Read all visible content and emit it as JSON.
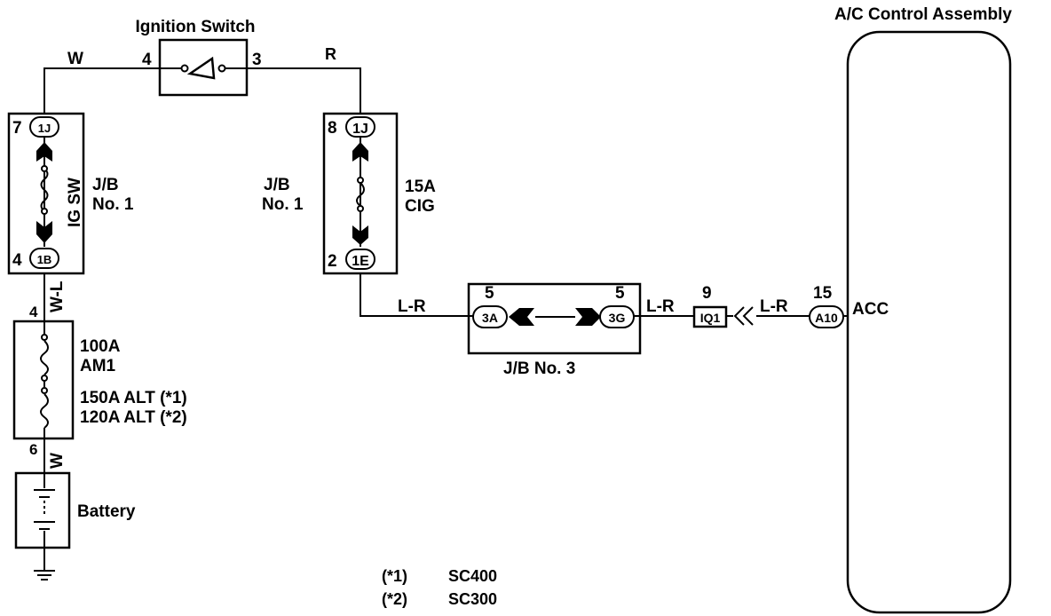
{
  "components": {
    "ignition_switch": {
      "title": "Ignition Switch",
      "pin_left": "4",
      "pin_right": "3"
    },
    "ac_control": {
      "title": "A/C Control Assembly",
      "pin": "15",
      "connector": "A10",
      "terminal": "ACC"
    },
    "jb1_left": {
      "pin_top": "7",
      "conn_top": "1J",
      "pin_bottom": "4",
      "conn_bottom": "1B",
      "fuse": "IG SW",
      "label_line1": "J/B",
      "label_line2": "No. 1"
    },
    "jb1_right": {
      "pin_top": "8",
      "conn_top": "1J",
      "pin_bottom": "2",
      "conn_bottom": "1E",
      "fuse_line1": "15A",
      "fuse_line2": "CIG",
      "label_line1": "J/B",
      "label_line2": "No. 1"
    },
    "fusible_links": {
      "pin_top": "4",
      "pin_bottom": "6",
      "f1_line1": "100A",
      "f1_line2": "AM1",
      "f2_line1": "150A ALT (*1)",
      "f2_line2": "120A ALT (*2)"
    },
    "battery": {
      "label": "Battery"
    },
    "jb3": {
      "label": "J/B No. 3",
      "pin_left": "5",
      "conn_left": "3A",
      "pin_right": "5",
      "conn_right": "3G"
    },
    "junction_iq1": {
      "pin": "9",
      "label": "IQ1"
    }
  },
  "wires": {
    "w_top_left": "W",
    "r_top_right": "R",
    "wl": "W-L",
    "w_bottom": "W",
    "lr_1": "L-R",
    "lr_2": "L-R",
    "lr_3": "L-R"
  },
  "notes": [
    {
      "key": "(*1)",
      "value": "SC400"
    },
    {
      "key": "(*2)",
      "value": "SC300"
    }
  ]
}
